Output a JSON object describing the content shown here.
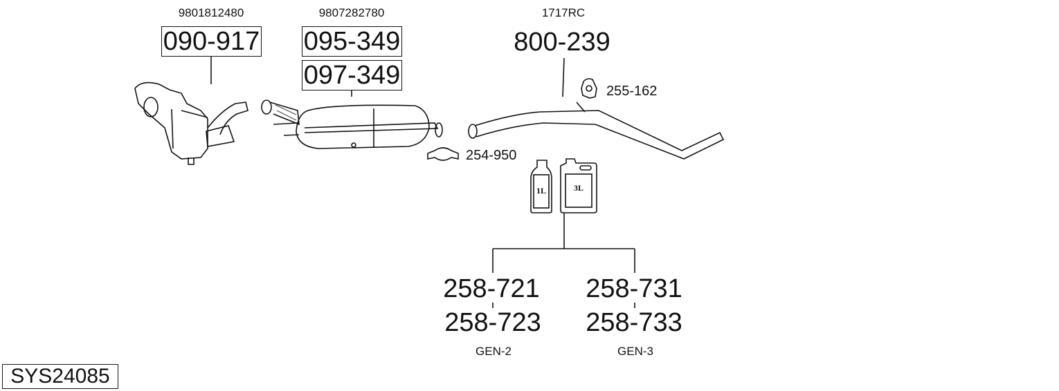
{
  "groups": [
    {
      "oem": "9801812480",
      "parts": [
        "090-917"
      ]
    },
    {
      "oem": "9807282780",
      "parts": [
        "095-349",
        "097-349"
      ]
    },
    {
      "oem": "1717RC",
      "parts": [
        "800-239"
      ]
    }
  ],
  "accessories": {
    "hanger": "255-162",
    "clamp": "254-950"
  },
  "bottles": {
    "small": "1L",
    "large": "3L"
  },
  "paste": [
    {
      "parts": [
        "258-721",
        "258-723"
      ],
      "label": "GEN-2"
    },
    {
      "parts": [
        "258-731",
        "258-733"
      ],
      "label": "GEN-3"
    }
  ],
  "system_id": "SYS24085"
}
